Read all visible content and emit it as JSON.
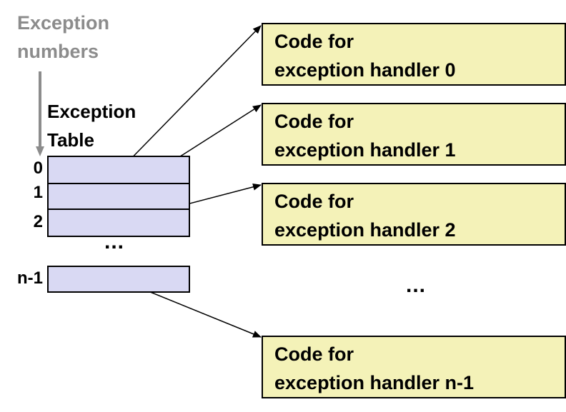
{
  "header": {
    "numbers_label_line1": "Exception",
    "numbers_label_line2": "numbers",
    "table_title_line1": "Exception",
    "table_title_line2": "Table"
  },
  "table": {
    "indices": [
      "0",
      "1",
      "2",
      "n-1"
    ],
    "ellipsis": "..."
  },
  "handlers": [
    {
      "line1": "Code for",
      "line2": "exception handler 0"
    },
    {
      "line1": "Code for",
      "line2": "exception handler 1"
    },
    {
      "line1": "Code for",
      "line2": "exception handler 2"
    },
    {
      "line1": "Code for",
      "line2": "exception handler n-1"
    }
  ],
  "handlers_ellipsis": "...",
  "colors": {
    "table_cell": "#d9d9f3",
    "handler_box": "#f4f2b8",
    "label_gray": "#8c8c8c",
    "line": "#000000"
  }
}
